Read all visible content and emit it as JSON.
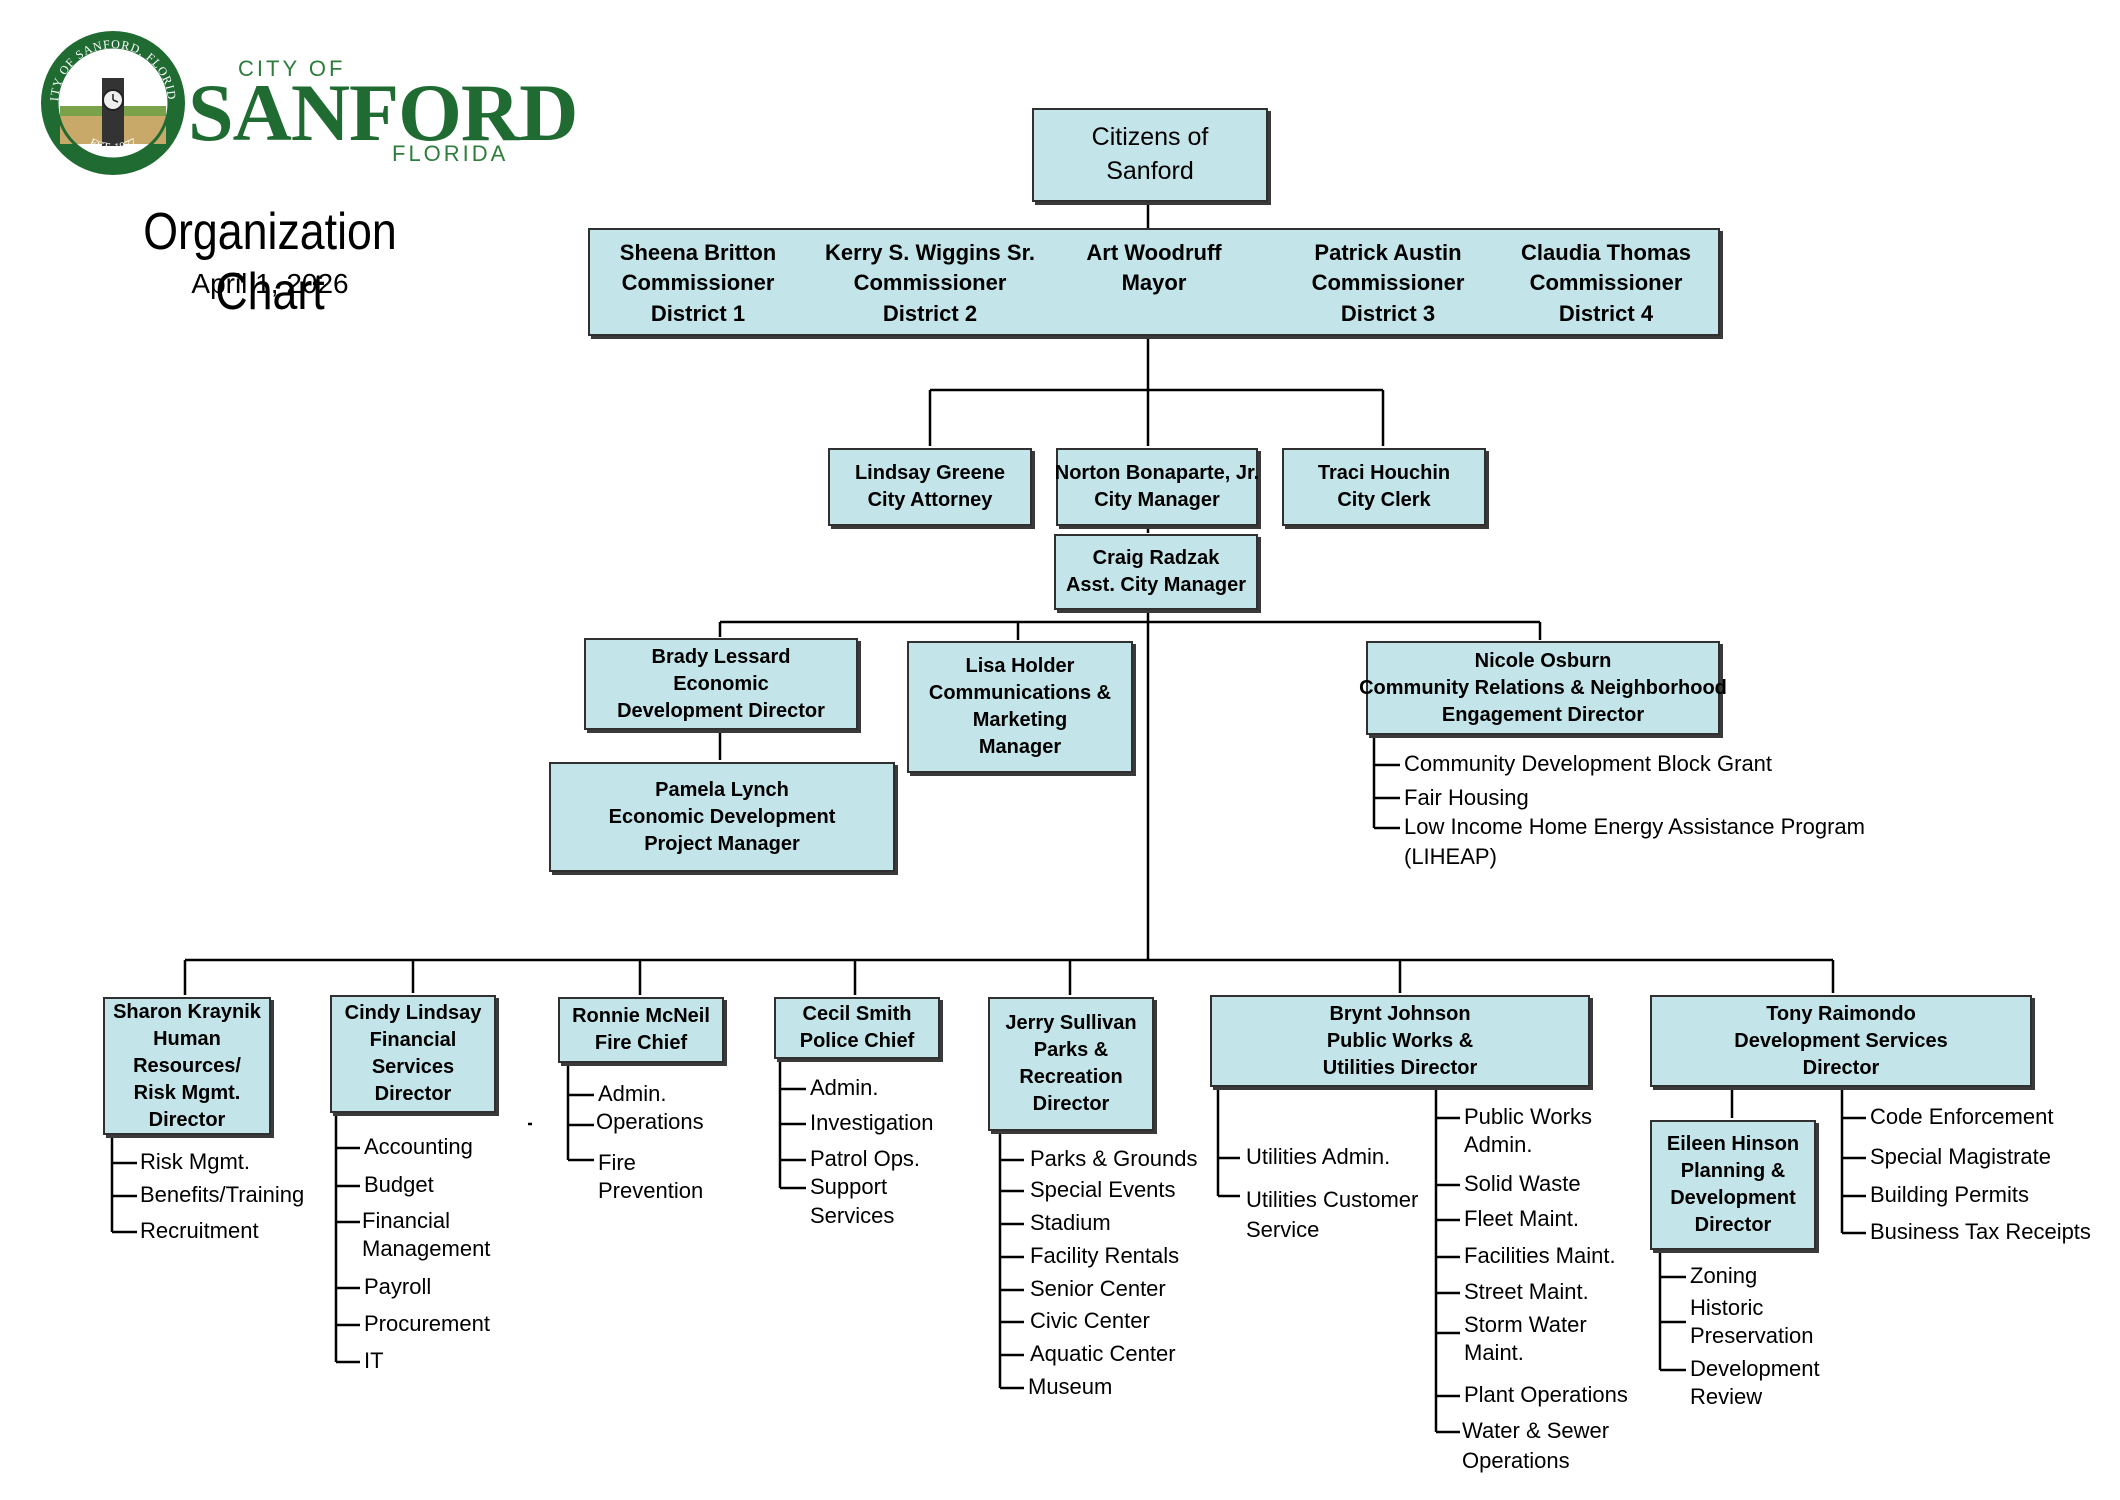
{
  "header": {
    "logo": {
      "city_of": "CITY OF",
      "city_name": "SANFORD",
      "state": "FLORIDA",
      "seal_ring_top": "CITY OF SANFORD, FLORIDA",
      "seal_ring_bottom": "EST. 1877",
      "brand_color": "#1f6b32"
    },
    "title": "Organization Chart",
    "date": "April 1, 2026"
  },
  "colors": {
    "box_fill": "#c3e4e8",
    "box_border": "#303030",
    "line": "#000000"
  },
  "citizens": [
    "Citizens of",
    "Sanford"
  ],
  "commission": [
    {
      "name": "Sheena Britton",
      "role": "Commissioner",
      "district": "District 1"
    },
    {
      "name": "Kerry S. Wiggins Sr.",
      "role": "Commissioner",
      "district": "District 2"
    },
    {
      "name": "Art Woodruff",
      "role": "Mayor",
      "district": ""
    },
    {
      "name": "Patrick Austin",
      "role": "Commissioner",
      "district": "District 3"
    },
    {
      "name": "Claudia Thomas",
      "role": "Commissioner",
      "district": "District 4"
    }
  ],
  "appointed": [
    {
      "name": "Lindsay Greene",
      "title": "City Attorney"
    },
    {
      "name": "Norton Bonaparte, Jr.",
      "title": "City Manager"
    },
    {
      "name": "Traci Houchin",
      "title": "City Clerk"
    }
  ],
  "assistant_manager": {
    "name": "Craig Radzak",
    "title": "Asst. City Manager"
  },
  "mid_staff": {
    "economic": [
      "Brady Lessard",
      "Economic",
      "Development Director"
    ],
    "project_manager": [
      "Pamela Lynch",
      "Economic Development",
      "Project Manager"
    ],
    "communications": [
      "Lisa Holder",
      "Communications &",
      "Marketing",
      "Manager"
    ],
    "community": [
      "Nicole Osburn",
      "Community Relations & Neighborhood",
      "Engagement Director"
    ],
    "community_items": [
      "Community Development Block Grant",
      "Fair Housing",
      "Low Income Home Energy Assistance Program",
      "(LIHEAP)"
    ]
  },
  "departments": {
    "hr": {
      "lines": [
        "Sharon Kraynik",
        "Human",
        "Resources/",
        "Risk Mgmt.",
        "Director"
      ],
      "items": [
        "Risk Mgmt.",
        "Benefits/Training",
        "Recruitment"
      ]
    },
    "finance": {
      "lines": [
        "Cindy Lindsay",
        "Financial",
        "Services",
        "Director"
      ],
      "items": [
        "Accounting",
        "Budget",
        "Financial",
        "Management",
        "Payroll",
        "Procurement",
        "IT"
      ]
    },
    "fire": {
      "lines": [
        "Ronnie McNeil",
        "Fire Chief"
      ],
      "items": [
        "Admin.",
        "Operations",
        "Fire",
        "Prevention"
      ]
    },
    "police": {
      "lines": [
        "Cecil Smith",
        "Police Chief"
      ],
      "items": [
        "Admin.",
        "Investigation",
        "Patrol Ops.",
        "Support",
        "Services"
      ]
    },
    "parks": {
      "lines": [
        "Jerry Sullivan",
        "Parks &",
        "Recreation",
        "Director"
      ],
      "items": [
        "Parks & Grounds",
        "Special Events",
        "Stadium",
        "Facility Rentals",
        "Senior Center",
        "Civic Center",
        "Aquatic Center",
        "Museum"
      ]
    },
    "public_works": {
      "lines": [
        "Brynt Johnson",
        "Public Works &",
        "Utilities Director"
      ],
      "utilities_items": [
        "Utilities Admin.",
        "Utilities Customer",
        "Service"
      ],
      "works_items": [
        "Public Works",
        "Admin.",
        "Solid Waste",
        "Fleet Maint.",
        "Facilities Maint.",
        "Street Maint.",
        "Storm Water",
        "Maint.",
        "Plant Operations",
        "Water & Sewer",
        "Operations"
      ]
    },
    "development": {
      "lines": [
        "Tony Raimondo",
        "Development Services",
        "Director"
      ],
      "items": [
        "Code Enforcement",
        "Special Magistrate",
        "Building Permits",
        "Business Tax Receipts"
      ],
      "planning": {
        "lines": [
          "Eileen Hinson",
          "Planning &",
          "Development",
          "Director"
        ],
        "items": [
          "Zoning",
          "Historic",
          "Preservation",
          "Development",
          "Review"
        ]
      }
    }
  }
}
